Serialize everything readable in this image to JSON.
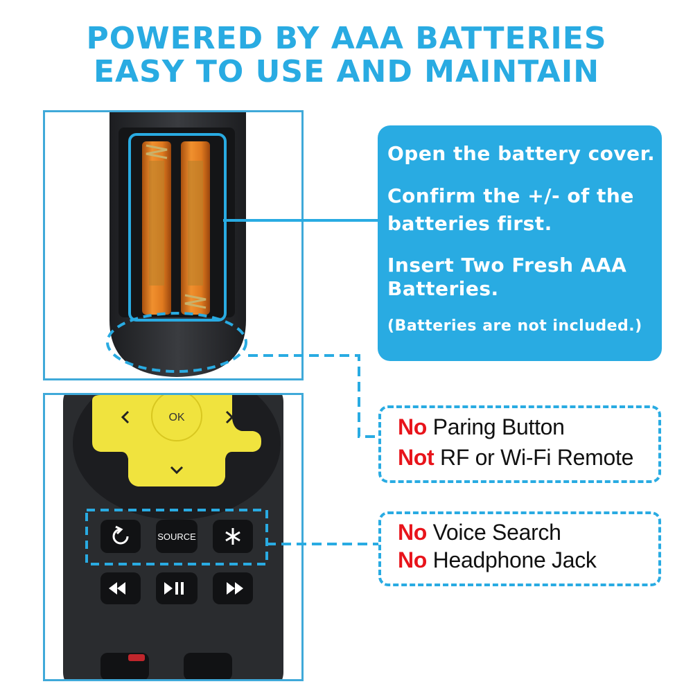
{
  "headline": {
    "line1": "POWERED BY AAA BATTERIES",
    "line2": "EASY TO USE AND MAINTAIN"
  },
  "info_box": {
    "line1": "Open the battery cover.",
    "line2a": "Confirm the +/- of the",
    "line2b": "batteries first.",
    "line3a": "Insert Two Fresh AAA",
    "line3b": "Batteries.",
    "note": "(Batteries are not included.)"
  },
  "callout_pairing": {
    "line1_neg": "No",
    "line1_rest": "Paring Button",
    "line2_neg": "Not",
    "line2_rest": "RF or Wi-Fi Remote"
  },
  "callout_features": {
    "line1_neg": "No",
    "line1_rest": "Voice Search",
    "line2_neg": "No",
    "line2_rest": "Headphone Jack"
  },
  "remote": {
    "ok_label": "OK",
    "source_label": "SOURCE"
  },
  "colors": {
    "accent": "#29abe2",
    "negative": "#e8141b",
    "dpad": "#f0e33e",
    "battery": "#e0771f",
    "remote_body": "#2a2c2f"
  },
  "icons": [
    "chevron-left-icon",
    "chevron-right-icon",
    "chevron-down-icon",
    "back-icon",
    "asterisk-icon",
    "rewind-icon",
    "play-pause-icon",
    "fast-forward-icon"
  ]
}
